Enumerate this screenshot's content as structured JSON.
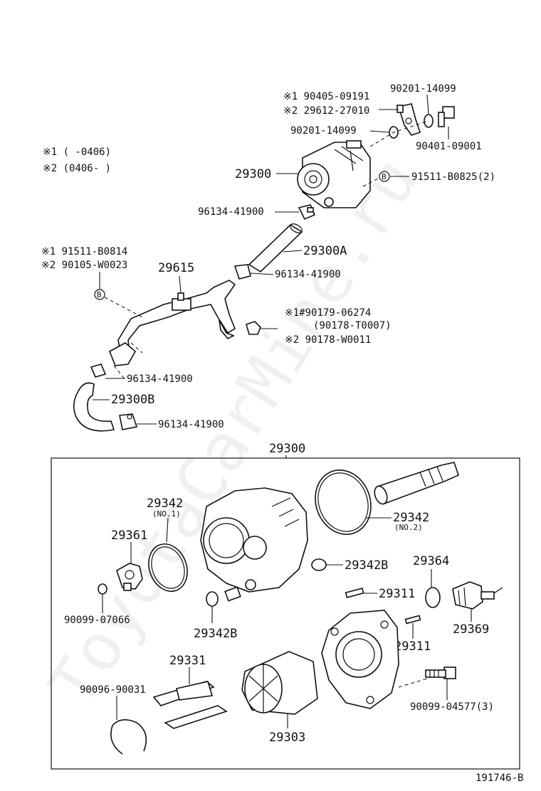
{
  "watermark": "ToyotaCarMine.ru",
  "notes": {
    "note1": "※1 (    -0406)",
    "note2": "※2 (0406-    )"
  },
  "upper_labels": {
    "note_190405": "※1 90405-09191",
    "note_229612": "※2 29612-27010",
    "p90201_top": "90201-14099",
    "p90201_mid": "90201-14099",
    "p90401": "90401-09001",
    "p29300": "29300",
    "p91511_b0825": "91511-B0825(2)",
    "p96134_a": "96134-41900",
    "p29300A": "29300A",
    "p96134_b": "96134-41900",
    "note_91511_b0814": "※1 91511-B0814",
    "note_90105": "※2 90105-W0023",
    "p29615": "29615",
    "note_90179": "※1#90179-06274",
    "note_90178_t": "(90178-T0007)",
    "note_90178_w": "※2  90178-W0011",
    "p96134_c": "96134-41900",
    "p29300B": "29300B",
    "p96134_d": "96134-41900",
    "callout_b": "B"
  },
  "box_labels": {
    "box_title": "29300",
    "p29342_no1": "29342",
    "p29342_no1_sub": "(NO.1)",
    "p29342_no2": "29342",
    "p29342_no2_sub": "(NO.2)",
    "p29361": "29361",
    "p90099_07066": "90099-07066",
    "p29342B_a": "29342B",
    "p29342B_b": "29342B",
    "p29364": "29364",
    "p29311_a": "29311",
    "p29311_b": "29311",
    "p29369": "29369",
    "p29331": "29331",
    "p90096": "90096-90031",
    "p29303": "29303",
    "p90099_04577": "90099-04577(3)"
  },
  "footer": {
    "code": "191746-B"
  }
}
